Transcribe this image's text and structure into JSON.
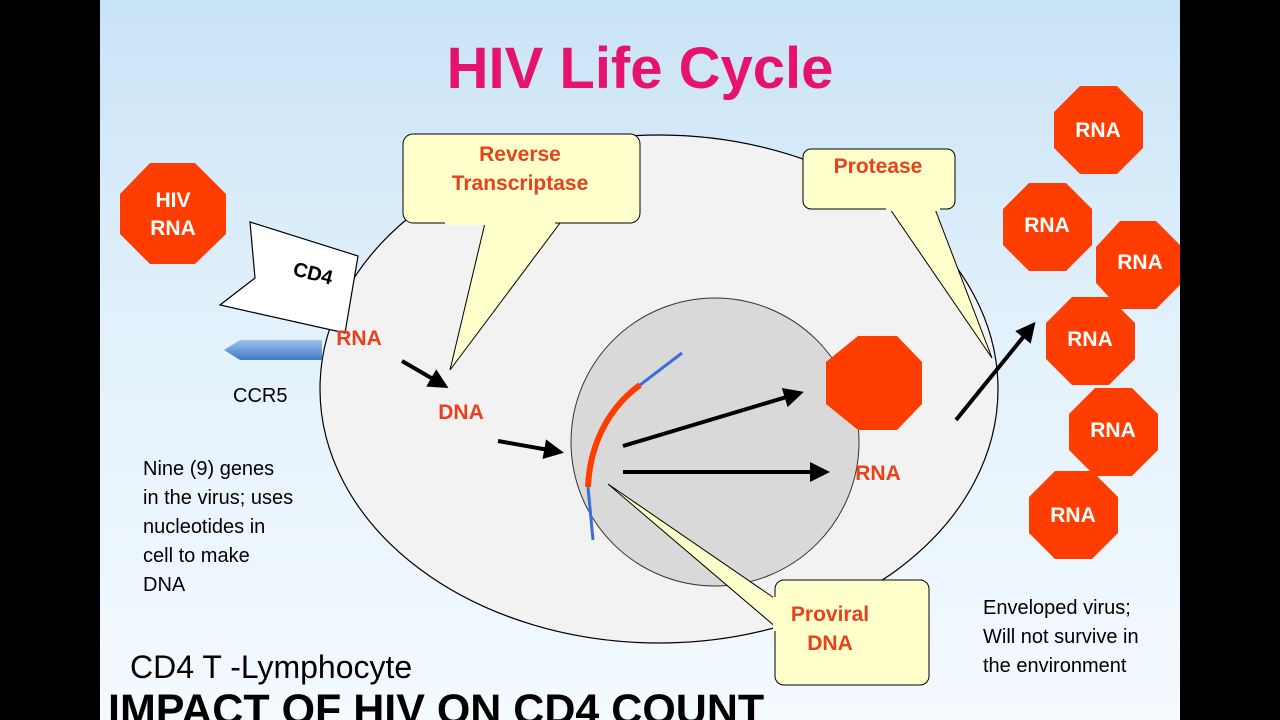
{
  "title": "HIV Life Cycle",
  "hiv_rna": {
    "line1": "HIV",
    "line2": "RNA"
  },
  "receptor_cd4": "CD4",
  "receptor_ccr5": "CCR5",
  "cell_rna": "RNA",
  "cell_dna": "DNA",
  "nucleus_rna": "RNA",
  "callouts": {
    "reverse_transcriptase": {
      "line1": "Reverse",
      "line2": "Transcriptase"
    },
    "protease": "Protease",
    "proviral_dna": {
      "line1": "Proviral",
      "line2": "DNA"
    }
  },
  "released_virions": [
    "RNA",
    "RNA",
    "RNA",
    "RNA",
    "RNA",
    "RNA"
  ],
  "note_genes": [
    "Nine (9) genes",
    "in the virus; uses",
    "nucleotides in",
    "cell to make",
    "DNA"
  ],
  "note_enveloped": [
    "Enveloped virus;",
    "Will not survive in",
    "the environment"
  ],
  "cell_label": "CD4 T -Lymphocyte",
  "bottom_banner": "IMPACT OF  HIV ON CD4 COUNT",
  "colors": {
    "title": "#e5136d",
    "virion": "#ff3d00",
    "label_red": "#e8411c",
    "callout_fill": "#ffffcc",
    "nucleus": "#d9d9d9"
  }
}
